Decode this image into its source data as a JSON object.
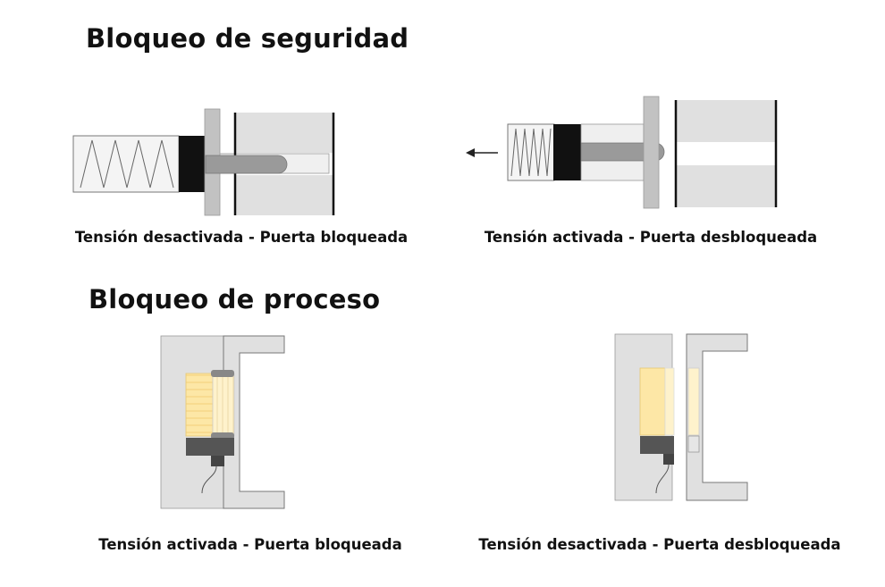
{
  "sections": {
    "safety": {
      "title": "Bloqueo de seguridad",
      "left_caption": "Tensión desactivada - Puerta bloqueada",
      "right_caption": "Tensión activada - Puerta desbloqueada"
    },
    "process": {
      "title": "Bloqueo de proceso",
      "left_caption": "Tensión activada - Puerta bloqueada",
      "right_caption": "Tensión desactivada - Puerta desbloqueada"
    }
  },
  "colors": {
    "wall_grey": "#e0e0e0",
    "frame_grey": "#d2d2d2",
    "pin_grey": "#9a9a9a",
    "solenoid_black": "#111111",
    "magnet_dark": "#555555",
    "coil_yellow": "#fde7a6",
    "line": "#555555"
  }
}
